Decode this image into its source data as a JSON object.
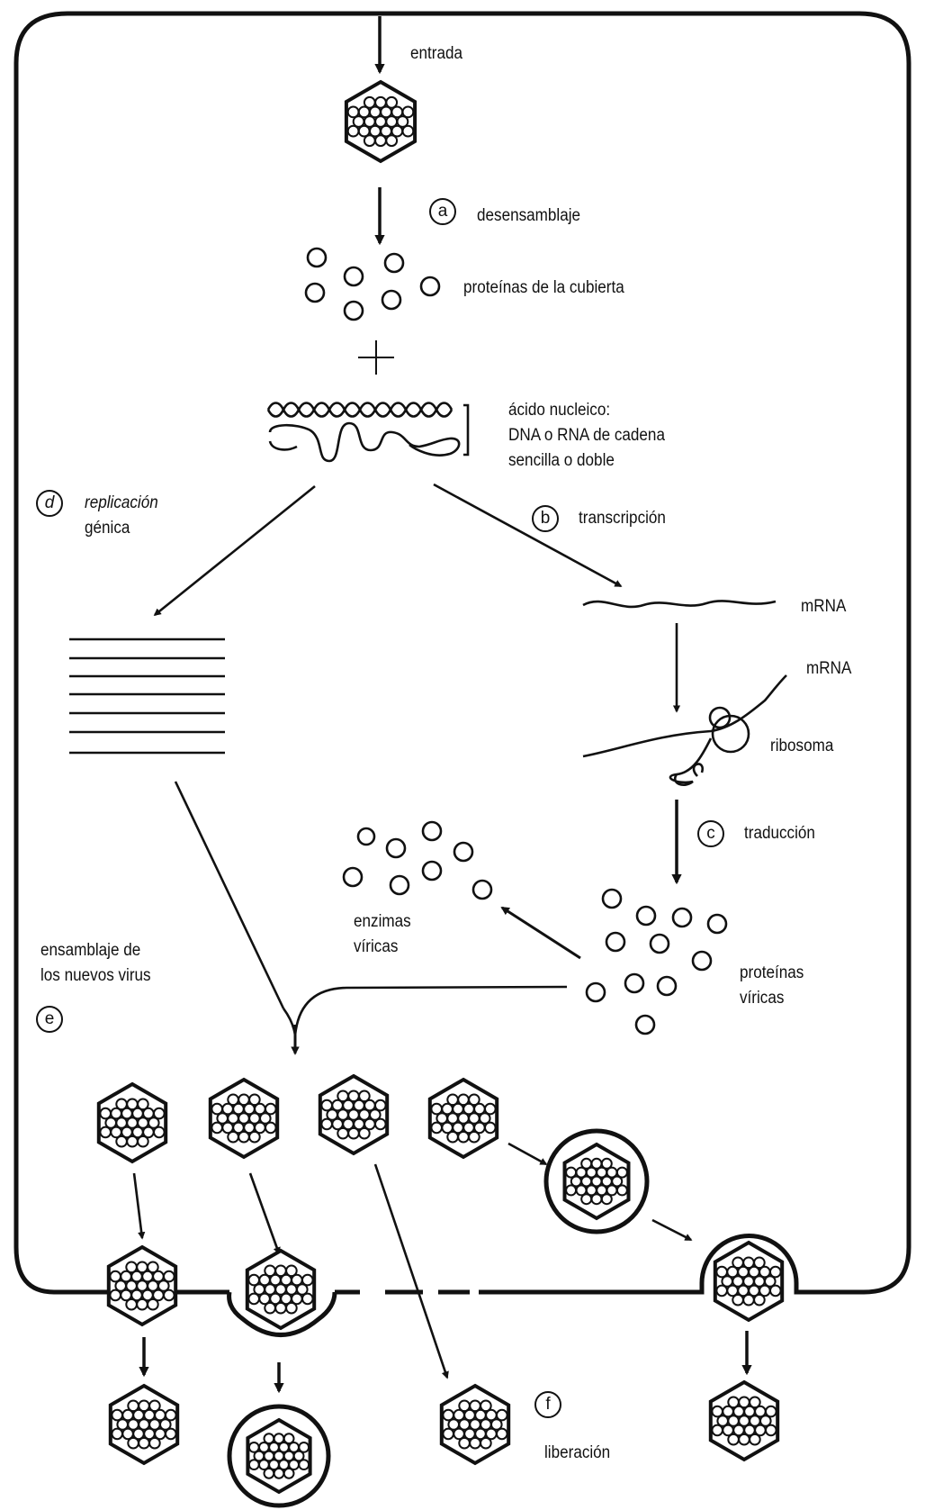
{
  "labels": {
    "entrada": "entrada",
    "desensamblaje": "desensamblaje",
    "coat_proteins": "proteínas de la cubierta",
    "nucleic_acid_1": "ácido nucleico:",
    "nucleic_acid_2": "DNA o RNA de cadena",
    "nucleic_acid_3": "sencilla o doble",
    "replication_1": "replicación",
    "replication_2": "génica",
    "transcription": "transcripción",
    "mrna_1": "mRNA",
    "mrna_2": "mRNA",
    "ribosome": "ribosoma",
    "translation": "traducción",
    "enzymes_1": "enzimas",
    "enzymes_2": "víricas",
    "assembly_1": "ensamblaje de",
    "assembly_2": "los nuevos virus",
    "viral_proteins_1": "proteínas",
    "viral_proteins_2": "víricas",
    "release": "liberación"
  },
  "steps": {
    "a": "a",
    "b": "b",
    "c": "c",
    "d": "d",
    "e": "e",
    "f": "f"
  },
  "colors": {
    "ink": "#111111",
    "background": "#ffffff"
  }
}
